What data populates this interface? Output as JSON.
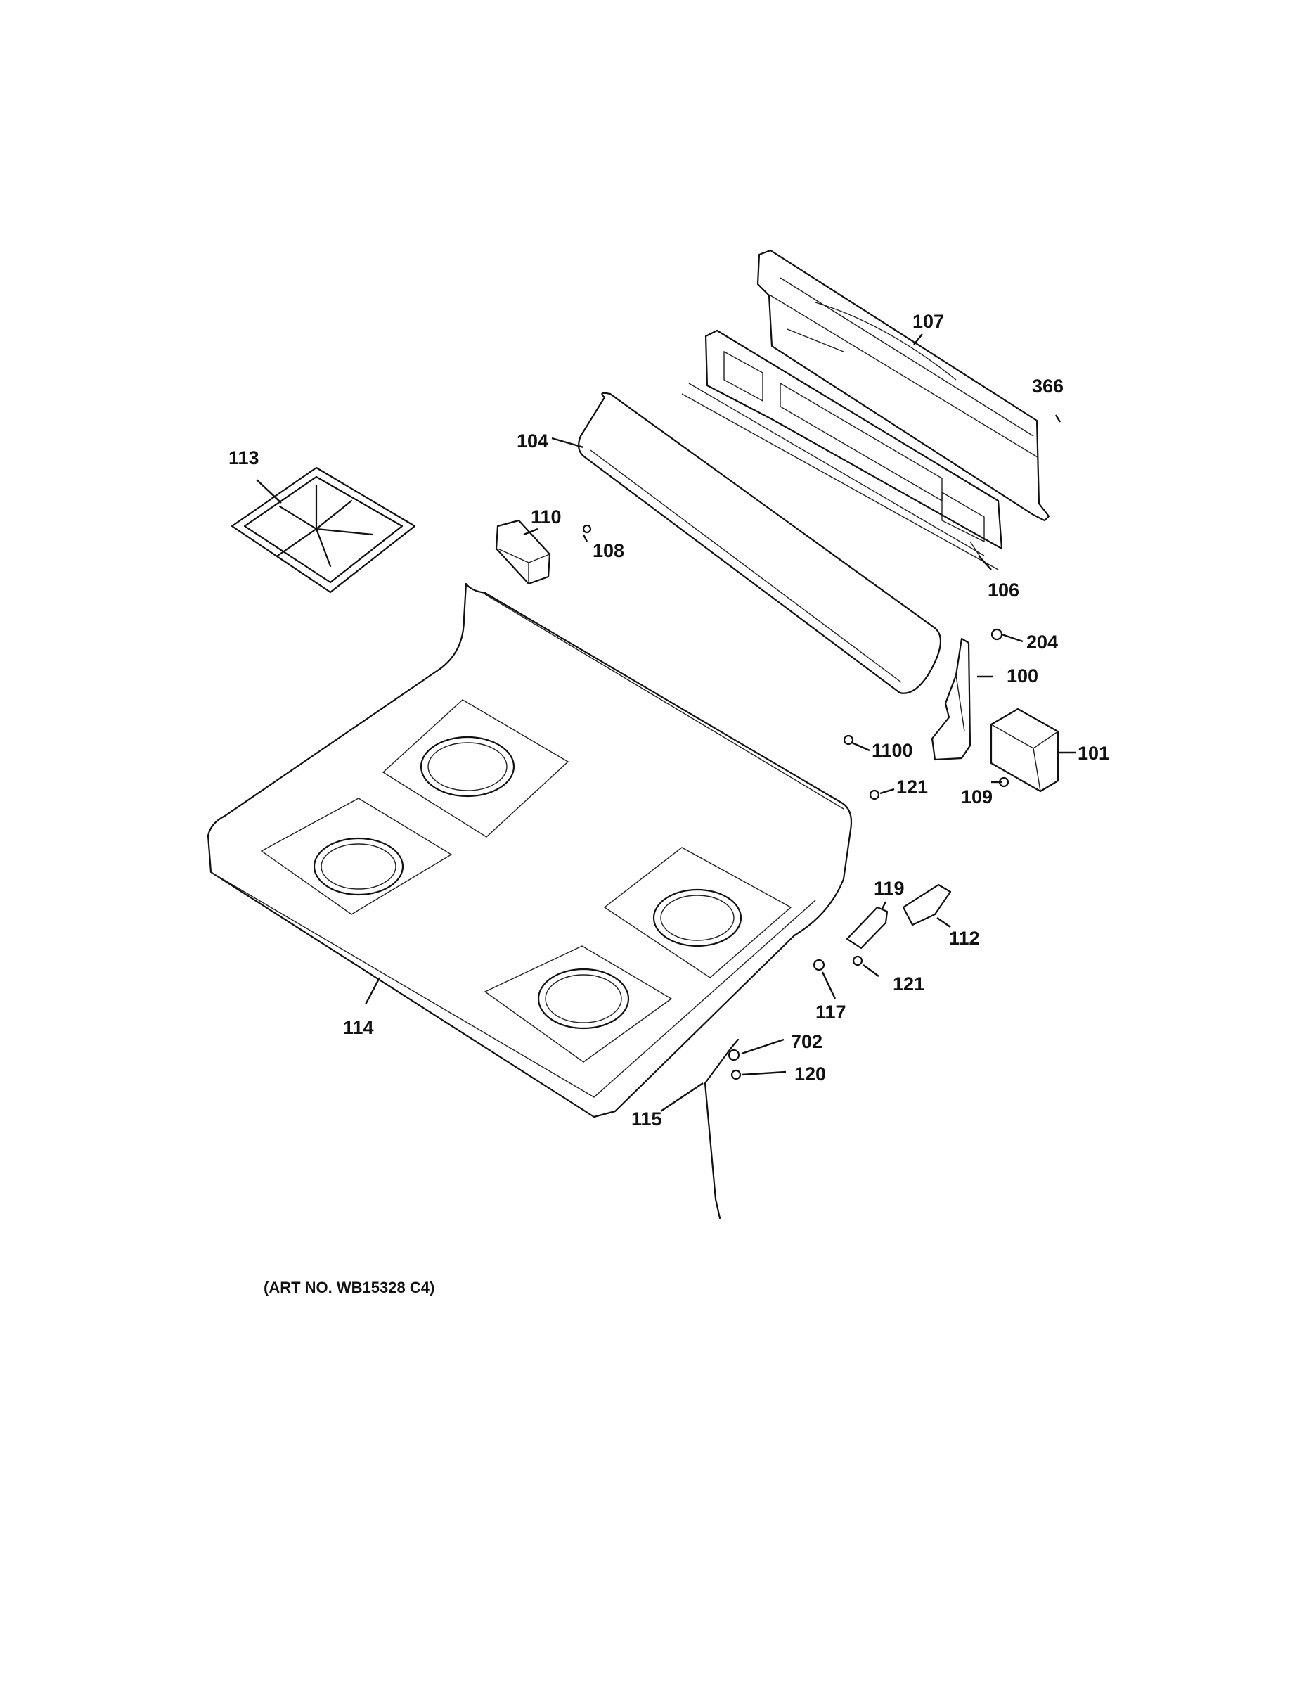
{
  "callouts": {
    "p100": "100",
    "p101": "101",
    "p104": "104",
    "p106": "106",
    "p107": "107",
    "p108": "108",
    "p109": "109",
    "p110": "110",
    "p112": "112",
    "p113": "113",
    "p114": "114",
    "p115": "115",
    "p117": "117",
    "p119": "119",
    "p120": "120",
    "p121a": "121",
    "p121b": "121",
    "p204": "204",
    "p366": "366",
    "p702": "702",
    "p1100": "1100"
  },
  "footer": {
    "art_no": "(ART NO. WB15328 C4)"
  }
}
